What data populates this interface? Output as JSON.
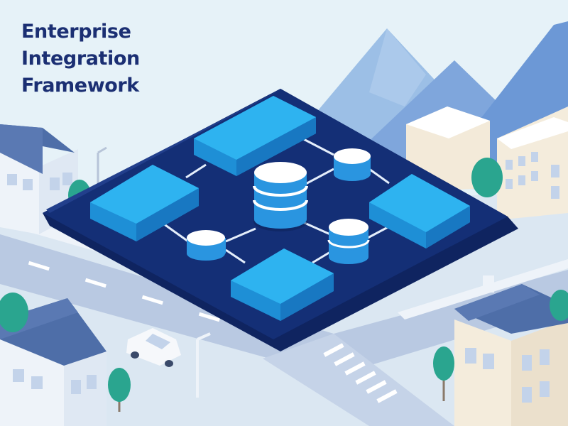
{
  "title": {
    "lines": [
      "Enterprise",
      "Integration",
      "Framework"
    ]
  },
  "colors": {
    "sky": "#e6f2f8",
    "title": "#1b2f73",
    "platform": "#142f76",
    "block_top": "#2eb3f0",
    "block_side": "#1e8fd6",
    "db_cap": "#ffffff",
    "db_band": "#2a95e0",
    "mountain": "#7fa6dc",
    "tree": "#2aa58f"
  },
  "icons": {
    "platform": "network-platform-icon",
    "module": "module-block-icon",
    "database": "database-cylinder-icon",
    "house": "house-icon",
    "tree": "tree-icon",
    "car": "car-icon",
    "lamp": "street-lamp-icon"
  }
}
